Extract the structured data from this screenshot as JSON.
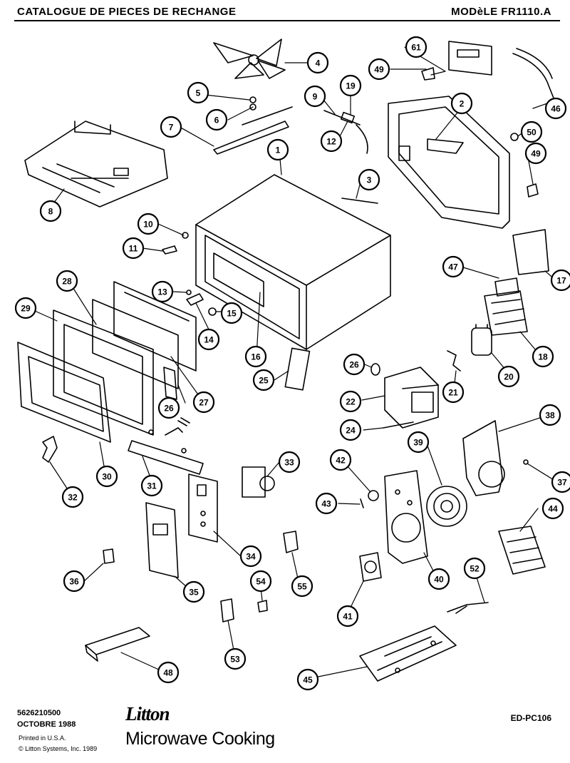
{
  "header": {
    "title": "CATALOGUE DE PIECES DE RECHANGE",
    "model": "MODèLE FR1110.A"
  },
  "callouts": [
    "4",
    "61",
    "49",
    "5",
    "9",
    "19",
    "2",
    "46",
    "6",
    "7",
    "12",
    "50",
    "8",
    "1",
    "3",
    "49",
    "10",
    "11",
    "47",
    "17",
    "28",
    "13",
    "29",
    "14",
    "15",
    "18",
    "16",
    "26",
    "25",
    "20",
    "21",
    "27",
    "26",
    "22",
    "38",
    "24",
    "30",
    "31",
    "33",
    "42",
    "39",
    "37",
    "32",
    "43",
    "44",
    "34",
    "40",
    "36",
    "35",
    "54",
    "55",
    "52",
    "41",
    "53",
    "48",
    "45"
  ],
  "footer": {
    "code": "5626210500",
    "date": "OCTOBRE 1988",
    "printed": "Printed in U.S.A.",
    "copyright": "© Litton Systems, Inc. 1989",
    "brand": "Litton",
    "tagline": "Microwave Cooking",
    "doc_code": "ED-PC106"
  }
}
